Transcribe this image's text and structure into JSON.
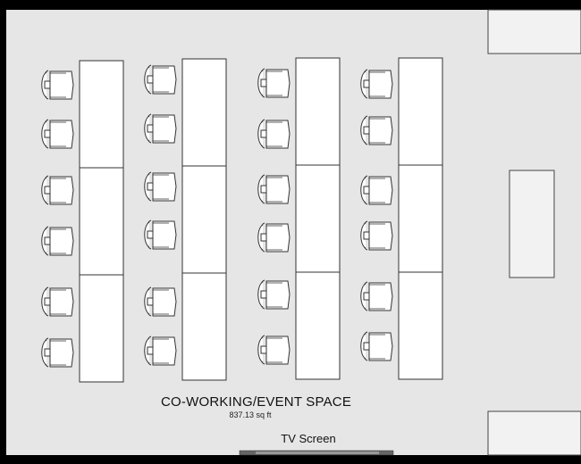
{
  "room": {
    "title": "CO-WORKING/EVENT SPACE",
    "area": "837.13 sq ft"
  },
  "tv": {
    "label": "TV Screen"
  },
  "colors": {
    "frame": "#000000",
    "floor": "#e6e6e6",
    "furniture_fill": "#ffffff",
    "furniture_stroke": "#333333"
  },
  "layout_info": {
    "table_columns": 4,
    "tables_per_column": 3,
    "chairs_per_column": 6,
    "chair_icon": "office-chair-icon",
    "table_icon": "rectangular-table"
  }
}
